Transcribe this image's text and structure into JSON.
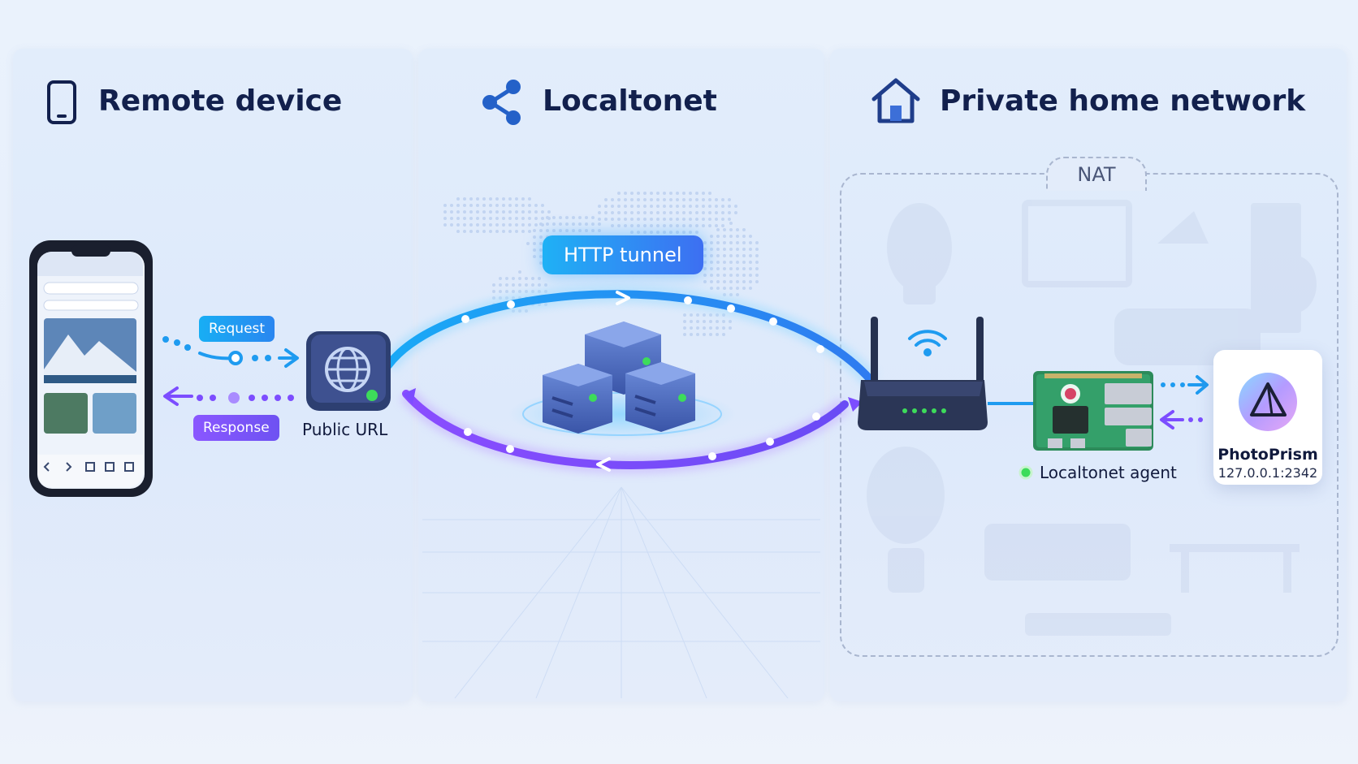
{
  "panels": {
    "remote": {
      "title": "Remote device",
      "icon": "smartphone-icon"
    },
    "localtonet": {
      "title": "Localtonet",
      "icon": "share-network-icon"
    },
    "home": {
      "title": "Private home network",
      "icon": "house-icon"
    }
  },
  "flow": {
    "request_label": "Request",
    "response_label": "Response",
    "public_url_label": "Public URL",
    "tunnel_label": "HTTP tunnel",
    "nat_label": "NAT",
    "agent_label": "Localtonet agent",
    "service_name": "PhotoPrism",
    "service_address": "127.0.0.1:2342"
  },
  "colors": {
    "request": "#1e9bf0",
    "response": "#7c4dff",
    "title": "#12204d",
    "status_online": "#3ddc5a"
  },
  "icons": [
    "smartphone-icon",
    "share-network-icon",
    "house-icon",
    "globe-icon",
    "wifi-icon",
    "raspberry-pi-icon",
    "photoprism-logo-icon",
    "server-stack-icon",
    "router-icon"
  ]
}
